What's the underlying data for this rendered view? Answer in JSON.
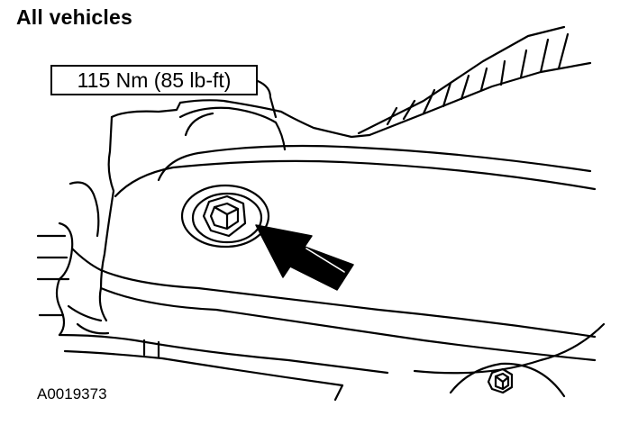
{
  "heading": "All vehicles",
  "callout": {
    "torque": "115 Nm (85 lb-ft)"
  },
  "figure_id": "A0019373",
  "colors": {
    "ink": "#000000",
    "paper": "#ffffff"
  },
  "icons": {
    "main_fastener": "hex-bolt-icon",
    "secondary_fastener": "hex-bolt-icon",
    "pointer": "arrow-icon"
  }
}
